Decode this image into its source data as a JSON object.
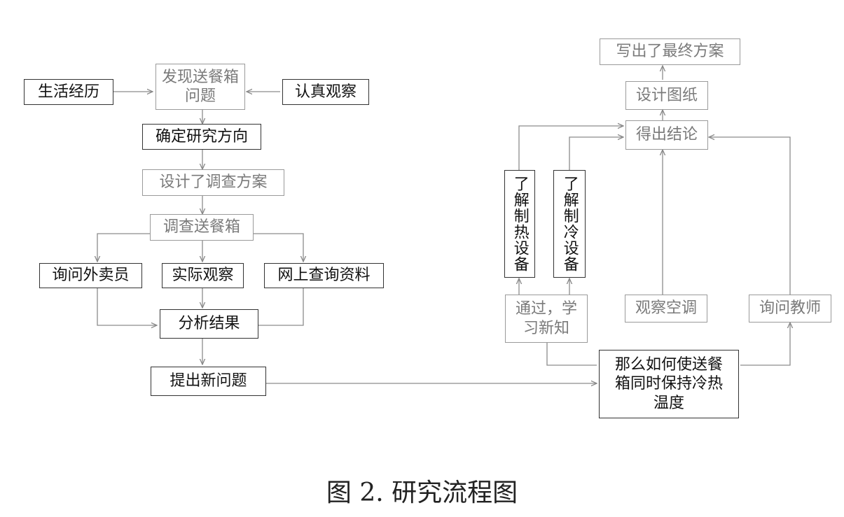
{
  "left": {
    "life_experience": "生活经历",
    "find_problem": "发现送餐箱问题",
    "observe_carefully": "认真观察",
    "determine_direction": "确定研究方向",
    "design_survey": "设计了调查方案",
    "survey_box": "调查送餐箱",
    "ask_courier": "询问外卖员",
    "actual_observe": "实际观察",
    "online_search": "网上查询资料",
    "analyze_results": "分析结果",
    "new_question": "提出新问题"
  },
  "right": {
    "final_plan": "写出了最终方案",
    "design_drawing": "设计图纸",
    "conclusion": "得出结论",
    "learn_heating": "了解制热设备",
    "learn_cooling": "了解制冷设备",
    "learn_new": "通过，学习新知",
    "observe_ac": "观察空调",
    "ask_teacher": "询问教师",
    "question": "那么如何使送餐箱同时保持冷热温度"
  },
  "caption": "图 2. 研究流程图"
}
